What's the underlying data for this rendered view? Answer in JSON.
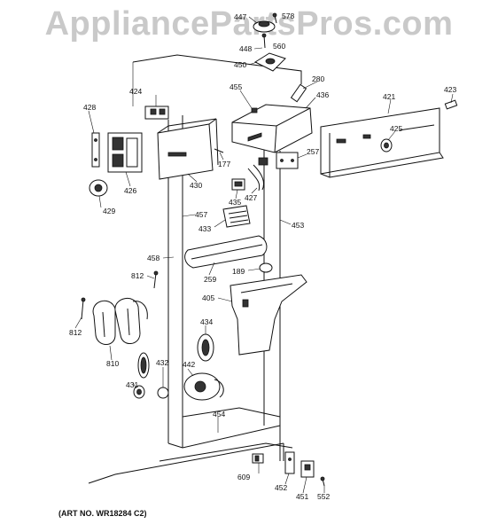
{
  "watermark": "AppliancePartsPros.com",
  "art_number": "(ART NO. WR18284 C2)",
  "callouts": [
    {
      "id": "c447",
      "text": "447"
    },
    {
      "id": "c578",
      "text": "578"
    },
    {
      "id": "c560",
      "text": "560"
    },
    {
      "id": "c448",
      "text": "448"
    },
    {
      "id": "c450",
      "text": "450"
    },
    {
      "id": "c280",
      "text": "280"
    },
    {
      "id": "c455",
      "text": "455"
    },
    {
      "id": "c436",
      "text": "436"
    },
    {
      "id": "c421",
      "text": "421"
    },
    {
      "id": "c423",
      "text": "423"
    },
    {
      "id": "c424",
      "text": "424"
    },
    {
      "id": "c428",
      "text": "428"
    },
    {
      "id": "c425",
      "text": "425"
    },
    {
      "id": "c257",
      "text": "257"
    },
    {
      "id": "c177",
      "text": "177"
    },
    {
      "id": "c426",
      "text": "426"
    },
    {
      "id": "c430",
      "text": "430"
    },
    {
      "id": "c427",
      "text": "427"
    },
    {
      "id": "c435",
      "text": "435"
    },
    {
      "id": "c429",
      "text": "429"
    },
    {
      "id": "c457",
      "text": "457"
    },
    {
      "id": "c453",
      "text": "453"
    },
    {
      "id": "c433",
      "text": "433"
    },
    {
      "id": "c458",
      "text": "458"
    },
    {
      "id": "c259",
      "text": "259"
    },
    {
      "id": "c189",
      "text": "189"
    },
    {
      "id": "c812a",
      "text": "812"
    },
    {
      "id": "c405",
      "text": "405"
    },
    {
      "id": "c812b",
      "text": "812"
    },
    {
      "id": "c434",
      "text": "434"
    },
    {
      "id": "c810",
      "text": "810"
    },
    {
      "id": "c432",
      "text": "432"
    },
    {
      "id": "c442",
      "text": "442"
    },
    {
      "id": "c431",
      "text": "431"
    },
    {
      "id": "c454",
      "text": "454"
    },
    {
      "id": "c609",
      "text": "609"
    },
    {
      "id": "c452",
      "text": "452"
    },
    {
      "id": "c451",
      "text": "451"
    },
    {
      "id": "c552",
      "text": "552"
    }
  ]
}
